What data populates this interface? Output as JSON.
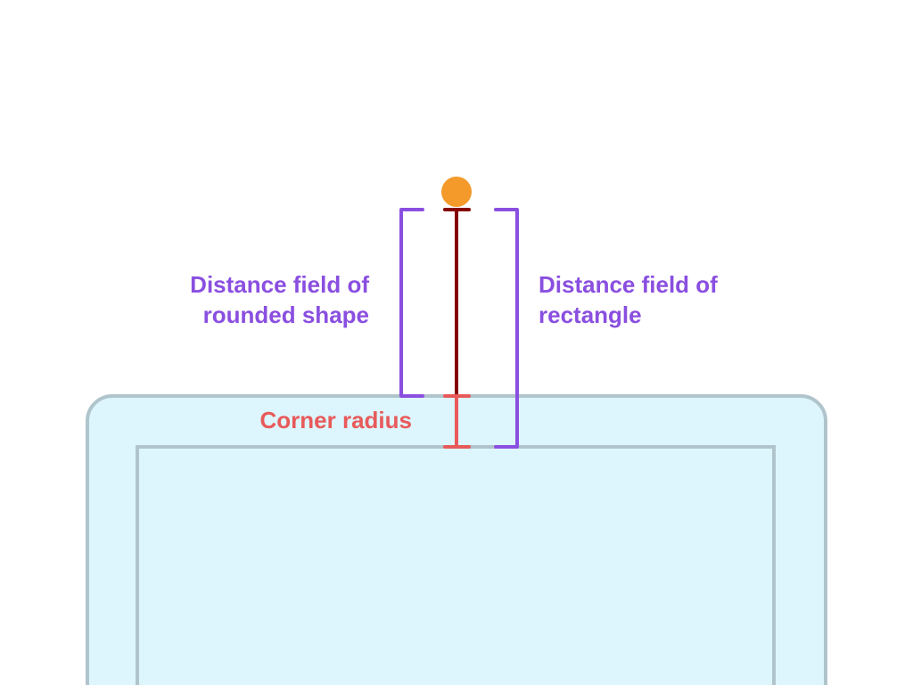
{
  "labels": {
    "rounded_shape_line1": "Distance field of",
    "rounded_shape_line2": "rounded shape",
    "rectangle_line1": "Distance field of",
    "rectangle_line2": "rectangle",
    "corner_radius": "Corner radius"
  },
  "colors": {
    "point": "#f39a2b",
    "distance_line": "#850000",
    "corner_radius": "#e85a5a",
    "bracket": "#8a4fe0",
    "shape_fill": "#ddf5fc",
    "shape_stroke": "#b0c4cb"
  }
}
